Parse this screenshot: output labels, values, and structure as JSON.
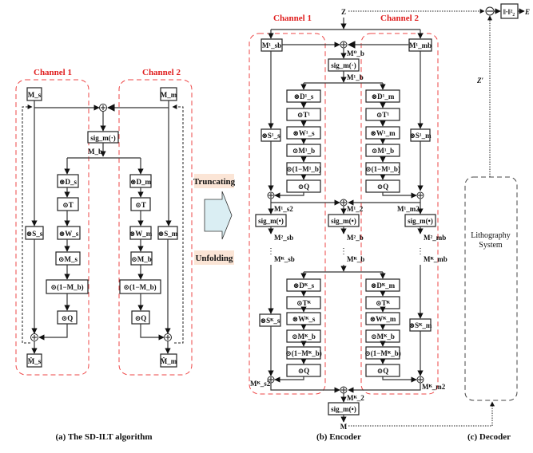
{
  "panel_a": {
    "caption": "(a) The SD-ILT algorithm",
    "channel1_label": "Channel 1",
    "channel2_label": "Channel 2",
    "input1": "M_s",
    "input2": "M_m",
    "sig": "sig_m(·)",
    "mb": "M_b",
    "ch1_ops": [
      "⊗D_s",
      "⊙T",
      "⊗W_s",
      "⊙M_s",
      "⊙(1−M_b)",
      "⊙Q"
    ],
    "ch2_ops": [
      "⊗D_m",
      "⊙T",
      "⊗W_m",
      "⊙M_b",
      "⊙(1−M_b)",
      "⊙Q"
    ],
    "s1": "⊗S_s",
    "s2": "⊗S_m",
    "out1": "M̂_s",
    "out2": "M̂_m"
  },
  "middle": {
    "truncating": "Truncating",
    "unfolding": "Unfolding",
    "arrow_color": "#daeef3",
    "label_bg": "#fbe5d6"
  },
  "panel_b": {
    "caption": "(b) Encoder",
    "channel1_label": "Channel 1",
    "channel2_label": "Channel 2",
    "input": "Z",
    "m1": "M¹_sb",
    "m2": "M¹_mb",
    "mb0": "M⁰_b",
    "sig": "sig_m(·)",
    "mb1": "M¹_b",
    "stage1_ch1": [
      "⊗D¹_s",
      "⊙T¹",
      "⊗W¹_s",
      "⊙M¹_b",
      "⊙(1−M¹_b)",
      "⊙Q"
    ],
    "stage1_ch2": [
      "⊗D¹_m",
      "⊙T¹",
      "⊗W¹_m",
      "⊙M¹_b",
      "⊙(1−M¹_b)",
      "⊙Q"
    ],
    "s1_1": "⊗S¹_s",
    "s1_2": "⊗S¹_m",
    "m1_s2": "M¹_s2",
    "m1_2": "M¹_2",
    "m1_m2": "M¹_m2",
    "sig_dot": "sig_m(•)",
    "m2_sb": "M²_sb",
    "m2_b": "M²_b",
    "m2_mb": "M²_mb",
    "dots": "⋮",
    "mk_sb": "Mᴷ_sb",
    "mk_b": "Mᴷ_b",
    "mk_mb": "Mᴷ_mb",
    "stagek_ch1": [
      "⊗Dᴷ_s",
      "⊙Tᴷ",
      "⊗Wᴷ_s",
      "⊙Mᴷ_b",
      "⊙(1−Mᴷ_b)",
      "⊙Q"
    ],
    "stagek_ch2": [
      "⊗Dᴷ_m",
      "⊙Tᴷ",
      "⊗Wᴷ_m",
      "⊙Mᴷ_b",
      "⊙(1−Mᴷ_b)",
      "⊙Q"
    ],
    "sk_1": "⊗Sᴷ_s",
    "sk_2": "⊗Sᴷ_m",
    "mk_s2": "Mᴷ_s2",
    "mk_m2": "Mᴷ_m2",
    "mk_2": "Mᴷ_2",
    "output": "M"
  },
  "panel_c": {
    "caption": "(c) Decoder",
    "system_line1": "Lithography",
    "system_line2": "System",
    "z_prime": "Z′",
    "error": "E",
    "norm": "‖·‖²₂"
  }
}
